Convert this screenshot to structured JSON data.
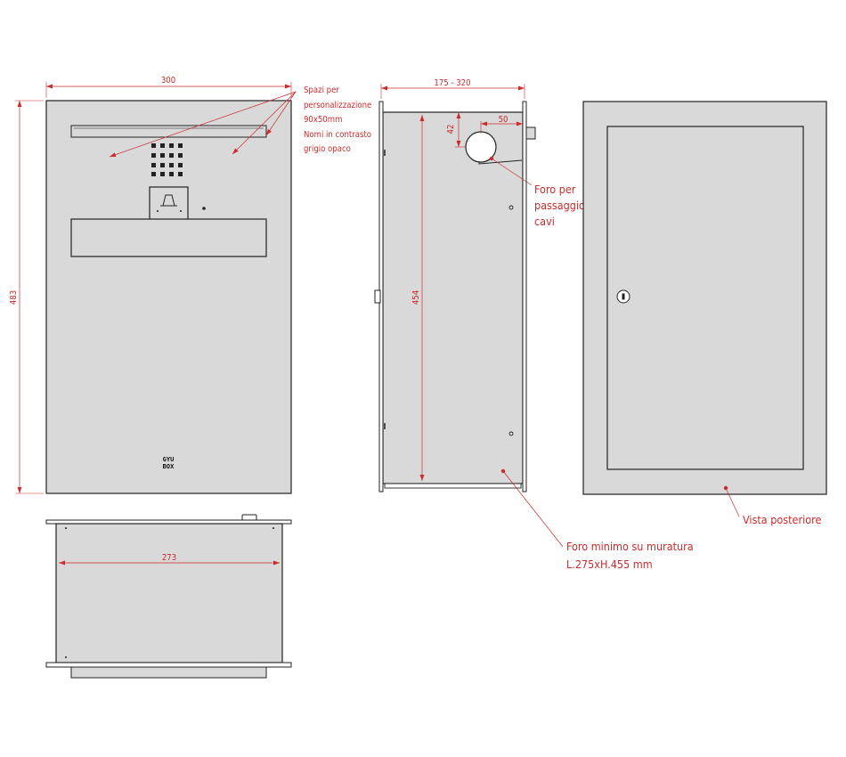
{
  "dimensions": {
    "front_width": "300",
    "front_height": "483",
    "side_depth": "175 - 320",
    "side_height": "454",
    "hole_offset": "50",
    "hole_height": "42",
    "bottom_width": "273"
  },
  "notes": {
    "personalization": [
      "Spazi per",
      "personalizzazione",
      "90x50mm",
      "Nomi in contrasto",
      "grigio opaco"
    ],
    "cable_hole": [
      "Foro per",
      "passaggio",
      "cavi"
    ],
    "wall_hole": [
      "Foro minimo su muratura",
      "L.275xH.455 mm"
    ],
    "rear_view": "Vista posteriore"
  },
  "logo": [
    "GYU",
    "BOX"
  ],
  "colors": {
    "panel_fill": "#d9d9d9",
    "outline": "#222222",
    "annotation": "#cc2b2b"
  }
}
